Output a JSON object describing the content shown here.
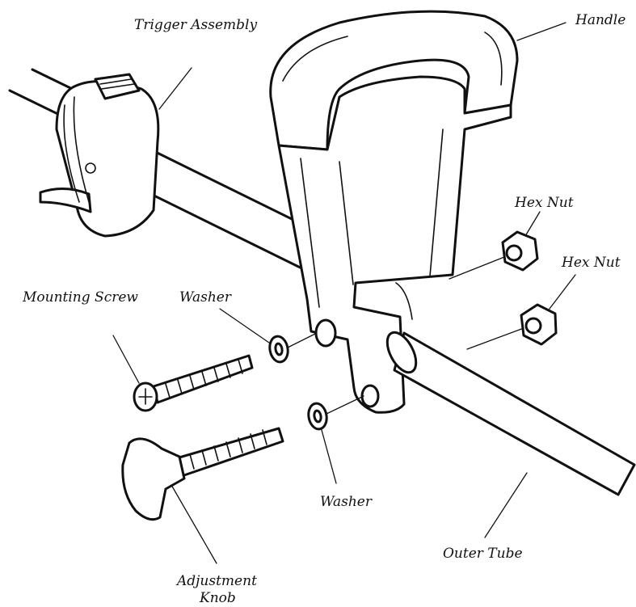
{
  "labels": {
    "trigger_assembly": "Trigger Assembly",
    "handle": "Handle",
    "hex_nut_upper": "Hex Nut",
    "hex_nut_lower": "Hex Nut",
    "mounting_screw": "Mounting Screw",
    "washer_upper": "Washer",
    "washer_lower": "Washer",
    "outer_tube": "Outer Tube",
    "adjustment_knob_line1": "Adjustment",
    "adjustment_knob_line2": "Knob"
  },
  "colors": {
    "ink": "#111111",
    "paper": "#ffffff"
  }
}
